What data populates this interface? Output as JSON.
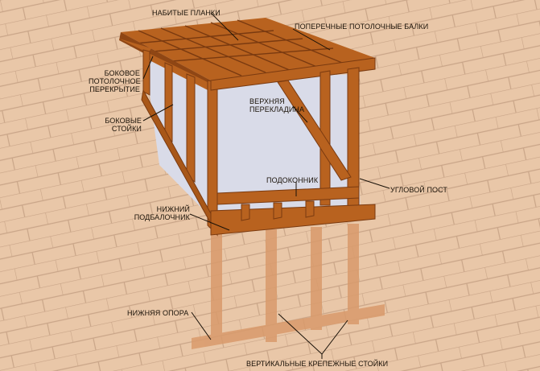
{
  "colors": {
    "background": "#e9c7a8",
    "shingle_line": "#c9a588",
    "timber": "#b8621f",
    "timber_dark": "#7a3a10",
    "timber_light": "#d58a3f",
    "glass": "#d9dbe8",
    "shadow": "#d99a6b",
    "leader": "#1a1208"
  },
  "labels": {
    "nailed_battens": "НАБИТЫЕ ПЛАНКИ",
    "cross_ceiling_beams": "ПОПЕРЕЧНЫЕ ПОТОЛОЧНЫЕ БАЛКИ",
    "side_ceiling_overlap_1": "БОКОВОЕ",
    "side_ceiling_overlap_2": "ПОТОЛОЧНОЕ",
    "side_ceiling_overlap_3": "ПЕРЕКРЫТИЕ",
    "side_posts_1": "БОКОВЫЕ",
    "side_posts_2": "СТОЙКИ",
    "upper_crossbar_1": "ВЕРХНЯЯ",
    "upper_crossbar_2": "ПЕРЕКЛАДИНА",
    "sill": "ПОДОКОННИК",
    "corner_post": "УГЛОВОЙ ПОСТ",
    "lower_sub_beam_1": "НИЖНИЙ",
    "lower_sub_beam_2": "ПОДБАЛОЧНИК",
    "lower_support": "НИЖНЯЯ ОПОРА",
    "vertical_fastening_posts": "ВЕРТИКАЛЬНЫЕ КРЕПЕЖНЫЕ СТОЙКИ"
  }
}
